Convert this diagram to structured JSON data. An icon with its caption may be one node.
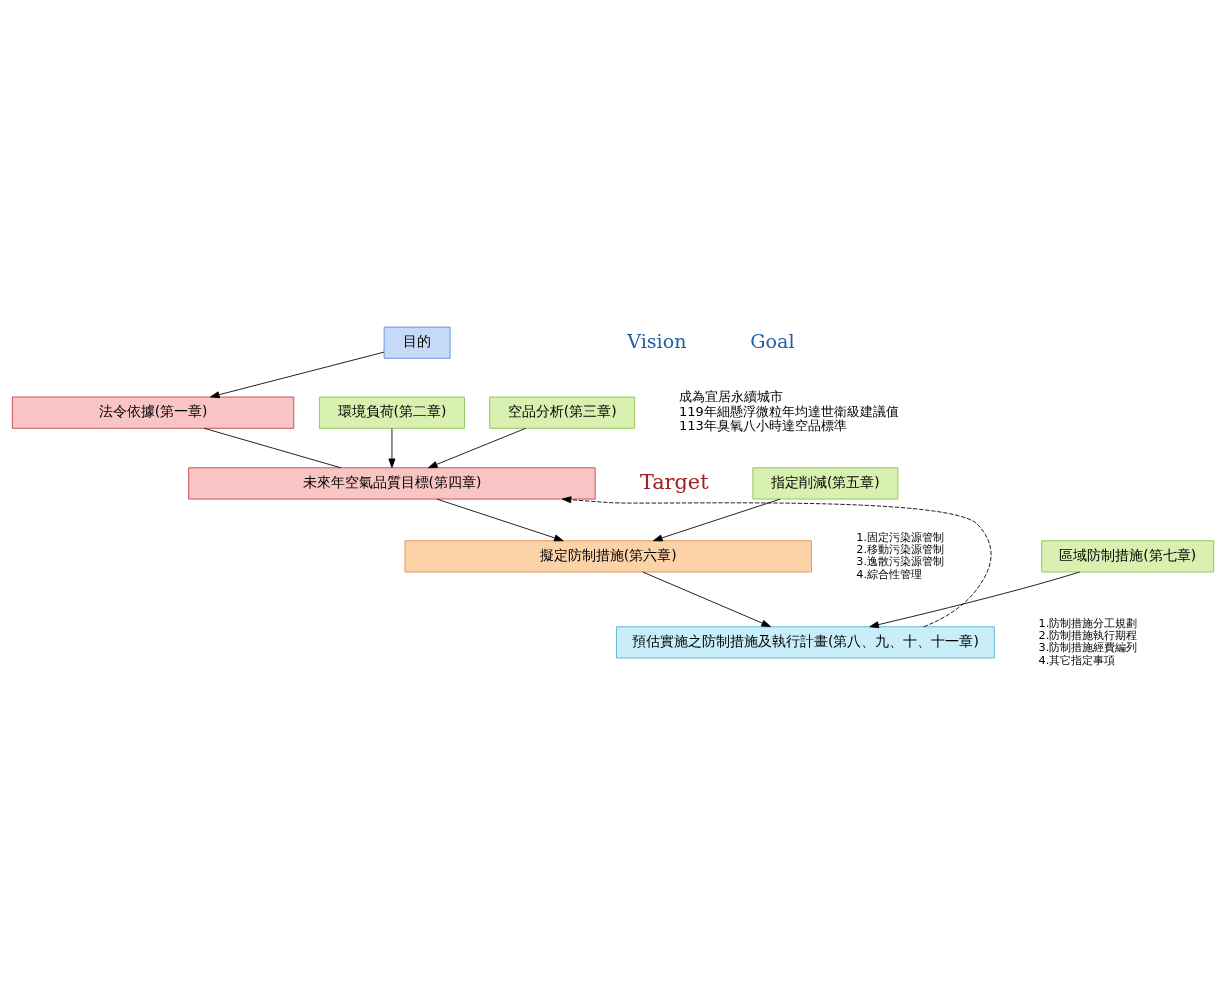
{
  "diagram": {
    "nodes": [
      {
        "text": [
          "目的"
        ]
      },
      {
        "text": [
          "法令依據(第一章)"
        ]
      },
      {
        "text": [
          "環境負荷(第二章)"
        ]
      },
      {
        "text": [
          "空品分析(第三章)"
        ]
      },
      {
        "text": [
          "未來年空氣品質目標(第四章)"
        ]
      },
      {
        "text": [
          "指定削減(第五章)"
        ]
      },
      {
        "text": [
          "擬定防制措施(第六章)"
        ],
        "beside": [
          "1.固定污染源管制",
          "2.移動污染源管制",
          "3.逸散污染源管制",
          "4.綜合性管理"
        ]
      },
      {
        "text": [
          "區域防制措施(第七章)"
        ]
      },
      {
        "text": [
          "預估實施之防制措施及執行計畫(第八、九、十、十一章)"
        ],
        "beside": [
          "1.防制措施分工規劃",
          "2.防制措施執行期程",
          "3.防制措施經費編列",
          "4.其它指定事項"
        ]
      }
    ],
    "edges": [
      {
        "from": 0,
        "to": 1,
        "arrow": "to"
      },
      {
        "from": 1,
        "to": 4,
        "arrow": "none"
      },
      {
        "from": 2,
        "to": 4,
        "arrow": "to"
      },
      {
        "from": 3,
        "to": 4,
        "arrow": "to"
      },
      {
        "from": 4,
        "to": 6,
        "arrow": "to"
      },
      {
        "from": 5,
        "to": 6,
        "arrow": "to"
      },
      {
        "from": 6,
        "to": 8,
        "arrow": "to"
      },
      {
        "from": 7,
        "to": 8,
        "arrow": "to"
      },
      {
        "from": 8,
        "to": 4,
        "arrow": "to",
        "style": "dashed"
      }
    ],
    "labels": [
      "Vision",
      "Goal",
      "成為宜居永續城市",
      "119年細懸浮微粒年均達世衛級建議值",
      "113年臭氧八小時達空品標準",
      "Target"
    ]
  }
}
